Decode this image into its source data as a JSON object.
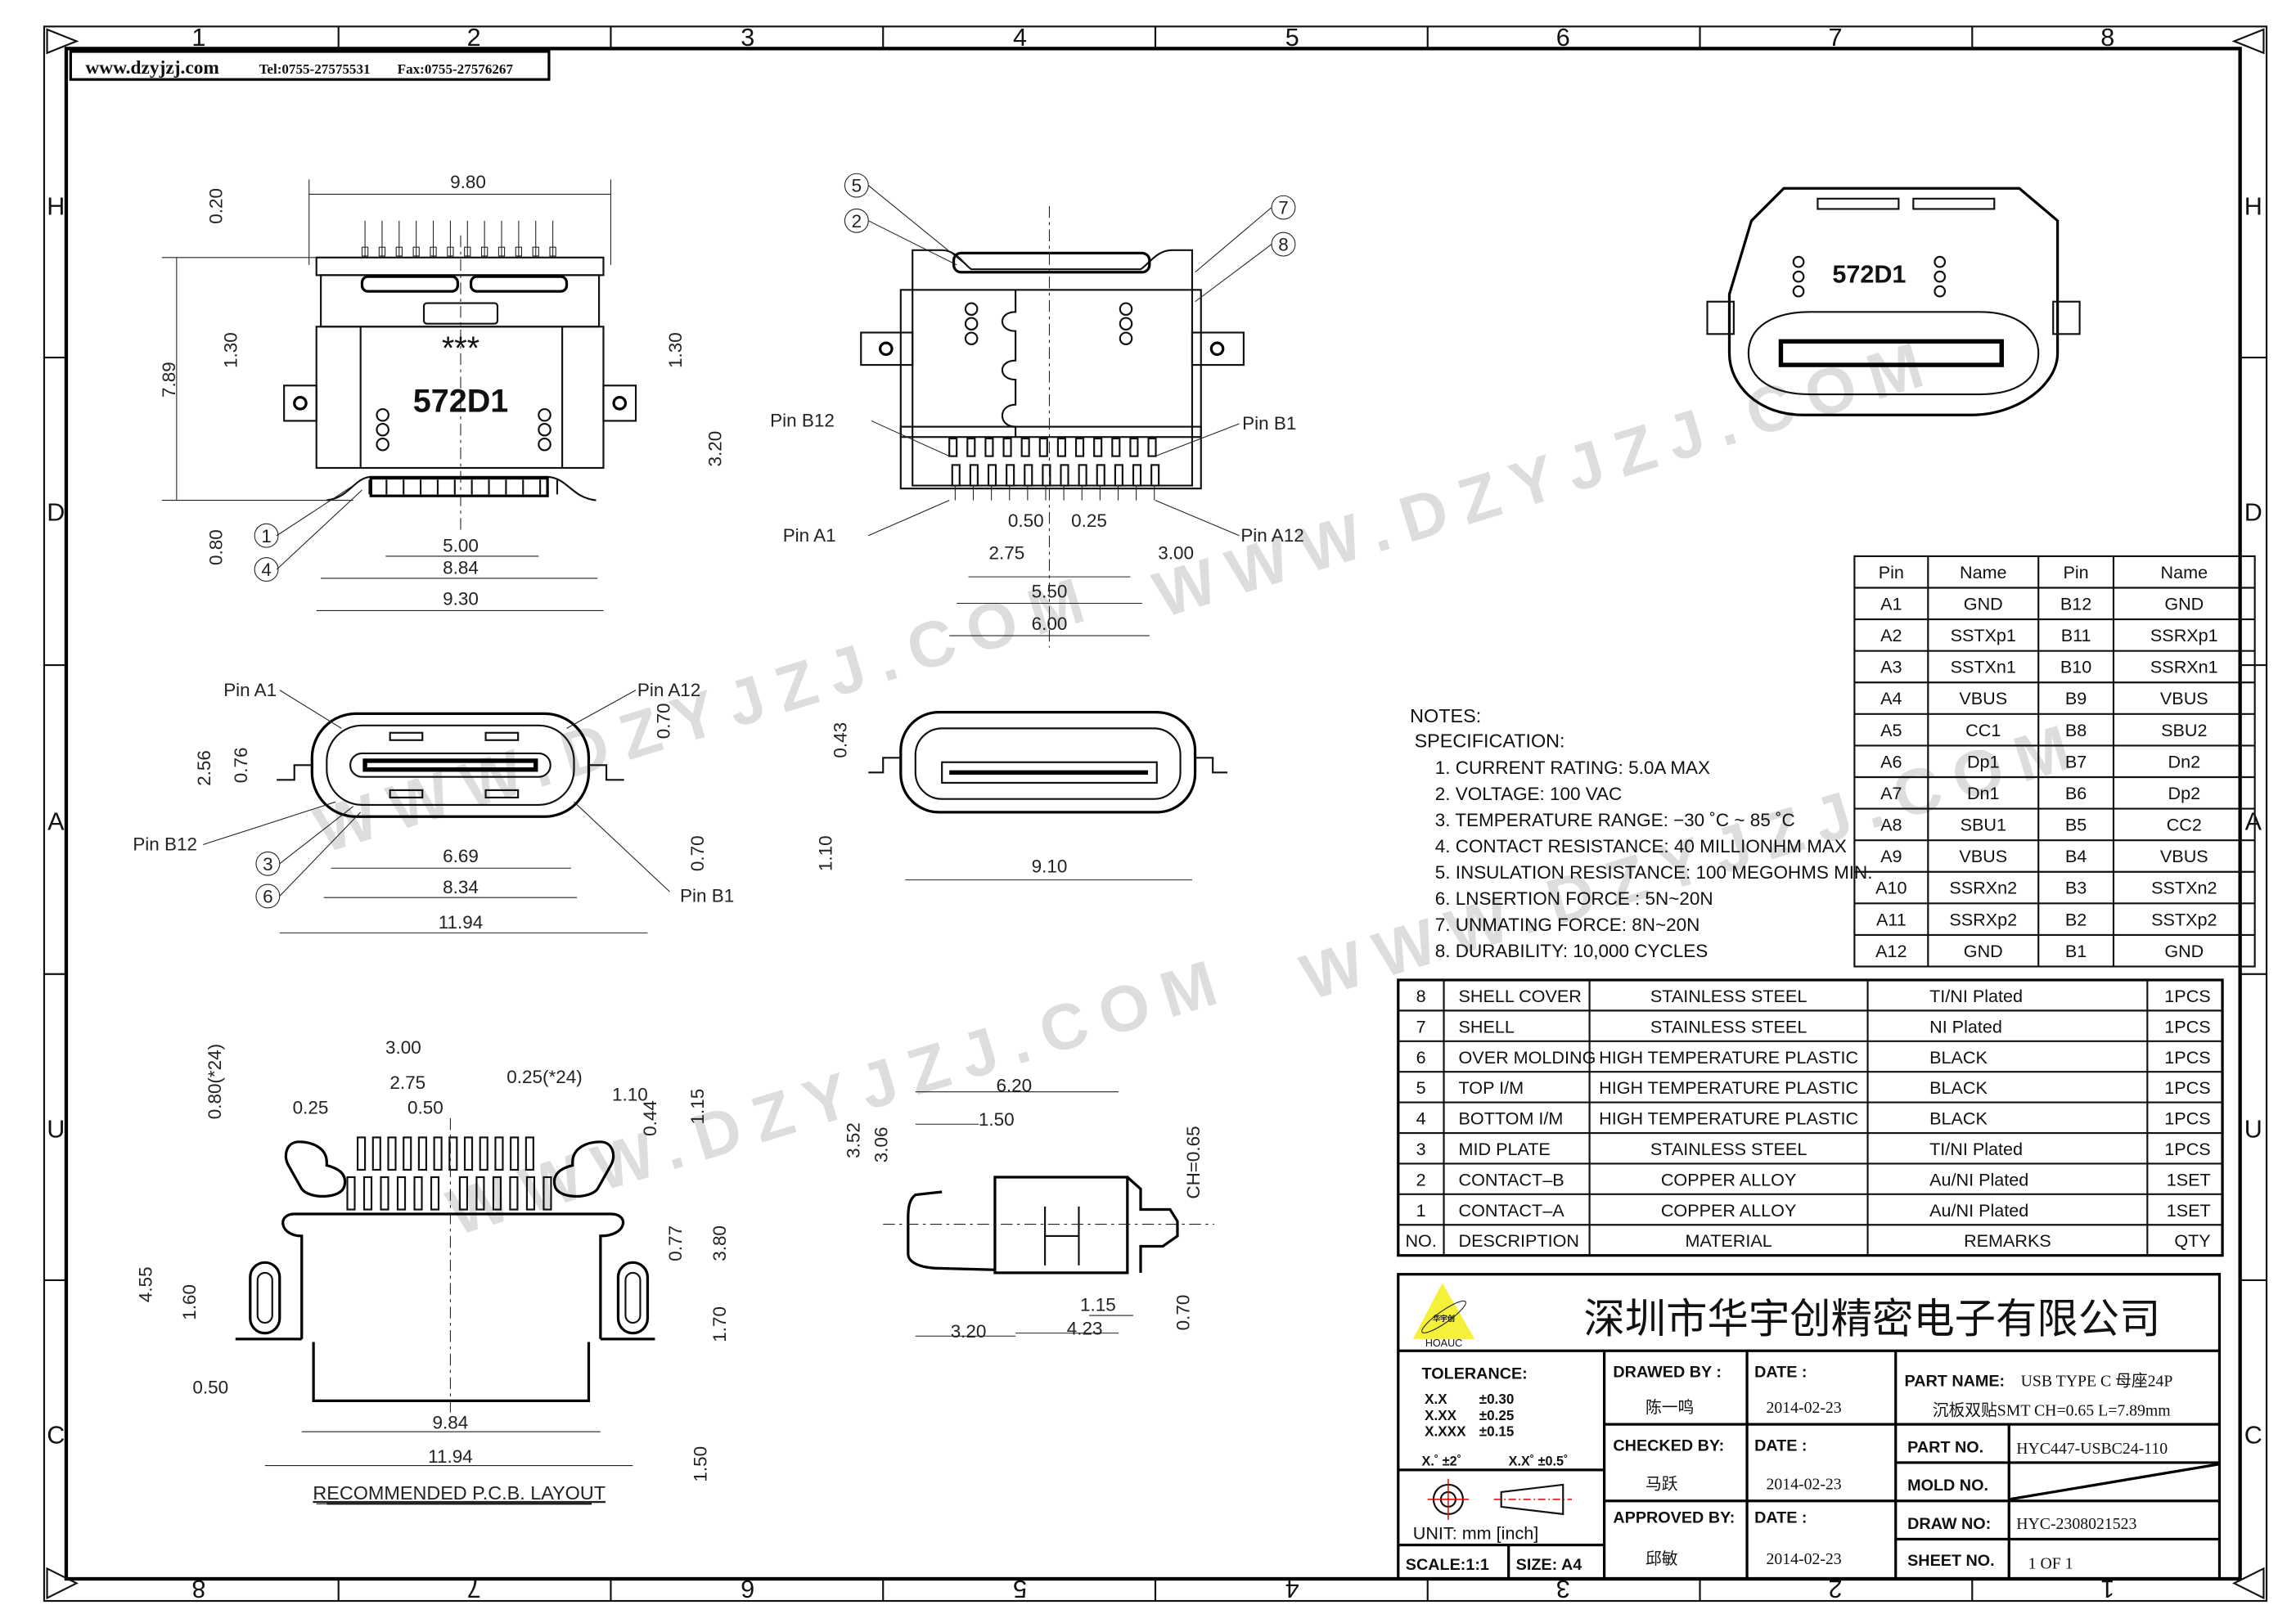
{
  "header": {
    "website": "www.dzyjzj.com",
    "tel": "Tel:0755-27575531",
    "fax": "Fax:0755-27576267"
  },
  "frame": {
    "top_zones": [
      "1",
      "2",
      "3",
      "4",
      "5",
      "6",
      "7",
      "8"
    ],
    "bottom_zones": [
      "8",
      "7",
      "6",
      "5",
      "4",
      "3",
      "2",
      "1"
    ],
    "side_zones": [
      "H",
      "D",
      "A",
      "U",
      "C"
    ]
  },
  "watermark": "WWW.DZYJZJ.COM",
  "views": {
    "front": {
      "marking": "572D1",
      "stars": "***",
      "dims": [
        "9.80",
        "0.20",
        "7.89",
        "1.30",
        "1.30",
        "3.20",
        "0.80",
        "5.00",
        "8.84",
        "9.30"
      ],
      "balloons": [
        "1",
        "4"
      ]
    },
    "top": {
      "balloons": [
        "5",
        "2",
        "7",
        "8"
      ],
      "pin_labels": [
        "Pin B12",
        "Pin B1",
        "Pin A1",
        "Pin A12"
      ],
      "dims": [
        "0.50",
        "0.25",
        "2.75",
        "3.00",
        "5.50",
        "6.00"
      ]
    },
    "mating": {
      "pin_labels": [
        "Pin A1",
        "Pin A12",
        "Pin B12",
        "Pin B1"
      ],
      "dims": [
        "2.56",
        "0.76",
        "0.70",
        "0.70",
        "6.69",
        "8.34",
        "11.94"
      ],
      "balloons": [
        "3",
        "6"
      ]
    },
    "rear": {
      "dims": [
        "0.43",
        "1.10",
        "9.10"
      ]
    },
    "iso": {
      "marking": "572D1"
    },
    "pcb": {
      "title": "RECOMMENDED  P.C.B. LAYOUT",
      "dims": [
        "0.80(*24)",
        "3.00",
        "2.75",
        "0.25",
        "0.50",
        "0.25(*24)",
        "1.10",
        "0.44",
        "1.15",
        "0.77",
        "3.80",
        "4.55",
        "1.60",
        "1.70",
        "0.50",
        "9.84",
        "11.94",
        "1.50"
      ]
    },
    "side": {
      "dims": [
        "6.20",
        "1.50",
        "3.52",
        "3.06",
        "CH=0.65",
        "1.15",
        "4.23",
        "3.20",
        "0.70"
      ]
    }
  },
  "notes": {
    "title": "NOTES:",
    "subtitle": "SPECIFICATION:",
    "items": [
      "1. CURRENT RATING: 5.0A MAX",
      "2. VOLTAGE: 100 VAC",
      "3. TEMPERATURE RANGE: −30 ˚C ~ 85 ˚C",
      "4. CONTACT RESISTANCE: 40 MILLIONHM MAX",
      "5. INSULATION RESISTANCE: 100 MEGOHMS MIN.",
      "6. LNSERTION FORCE : 5N~20N",
      "7. UNMATING FORCE: 8N~20N",
      "8. DURABILITY:  10,000 CYCLES"
    ]
  },
  "pin_table": {
    "headers": [
      "Pin",
      "Name",
      "Pin",
      "Name"
    ],
    "rows": [
      [
        "A1",
        "GND",
        "B12",
        "GND"
      ],
      [
        "A2",
        "SSTXp1",
        "B11",
        "SSRXp1"
      ],
      [
        "A3",
        "SSTXn1",
        "B10",
        "SSRXn1"
      ],
      [
        "A4",
        "VBUS",
        "B9",
        "VBUS"
      ],
      [
        "A5",
        "CC1",
        "B8",
        "SBU2"
      ],
      [
        "A6",
        "Dp1",
        "B7",
        "Dn2"
      ],
      [
        "A7",
        "Dn1",
        "B6",
        "Dp2"
      ],
      [
        "A8",
        "SBU1",
        "B5",
        "CC2"
      ],
      [
        "A9",
        "VBUS",
        "B4",
        "VBUS"
      ],
      [
        "A10",
        "SSRXn2",
        "B3",
        "SSTXn2"
      ],
      [
        "A11",
        "SSRXp2",
        "B2",
        "SSTXp2"
      ],
      [
        "A12",
        "GND",
        "B1",
        "GND"
      ]
    ]
  },
  "bom": {
    "rows": [
      [
        "8",
        "SHELL COVER",
        "STAINLESS STEEL",
        "TI/NI Plated",
        "1PCS"
      ],
      [
        "7",
        "SHELL",
        "STAINLESS STEEL",
        "NI Plated",
        "1PCS"
      ],
      [
        "6",
        "OVER MOLDING",
        "HIGH TEMPERATURE PLASTIC",
        "BLACK",
        "1PCS"
      ],
      [
        "5",
        "TOP I/M",
        "HIGH TEMPERATURE PLASTIC",
        "BLACK",
        "1PCS"
      ],
      [
        "4",
        "BOTTOM  I/M",
        "HIGH TEMPERATURE PLASTIC",
        "BLACK",
        "1PCS"
      ],
      [
        "3",
        "MID PLATE",
        "STAINLESS STEEL",
        "TI/NI Plated",
        "1PCS"
      ],
      [
        "2",
        "CONTACT–B",
        "COPPER ALLOY",
        "Au/NI Plated",
        "1SET"
      ],
      [
        "1",
        "CONTACT–A",
        "COPPER ALLOY",
        "Au/NI Plated",
        "1SET"
      ]
    ],
    "headers": [
      "NO.",
      "DESCRIPTION",
      "MATERIAL",
      "REMARKS",
      "QTY"
    ]
  },
  "title_block": {
    "company": "深圳市华宇创精密电子有限公司",
    "logo_text": "华宇创",
    "logo_brand": "HOAUC",
    "logo_color": "#f5f03a",
    "tolerance_label": "TOLERANCE:",
    "tolerances": [
      [
        "X.X",
        "±0.30"
      ],
      [
        "X.XX",
        "±0.25"
      ],
      [
        "X.XXX",
        "±0.15"
      ]
    ],
    "angle_tol": [
      "X.˚ ±2˚",
      "X.X˚ ±0.5˚"
    ],
    "unit": "UNIT:  mm  [inch]",
    "scale": "SCALE:1:1",
    "size": "SIZE:  A4",
    "drawed_by_label": "DRAWED  BY :",
    "drawed_by": "陈一鸣",
    "checked_by_label": "CHECKED  BY:",
    "checked_by": "马跃",
    "approved_by_label": "APPROVED  BY:",
    "approved_by": "邱敏",
    "date_label": "DATE  :",
    "dates": [
      "2014-02-23",
      "2014-02-23",
      "2014-02-23"
    ],
    "part_name_label": "PART  NAME:",
    "part_name_1": "USB TYPE C 母座24P",
    "part_name_2": "沉板双贴SMT CH=0.65 L=7.89mm",
    "part_no_label": "PART  NO.",
    "part_no": "HYC447-USBC24-110",
    "mold_no_label": "MOLD  NO.",
    "draw_no_label": "DRAW  NO:",
    "draw_no": "HYC-2308021523",
    "sheet_no_label": "SHEET  NO.",
    "sheet_no": "1  OF  1"
  }
}
